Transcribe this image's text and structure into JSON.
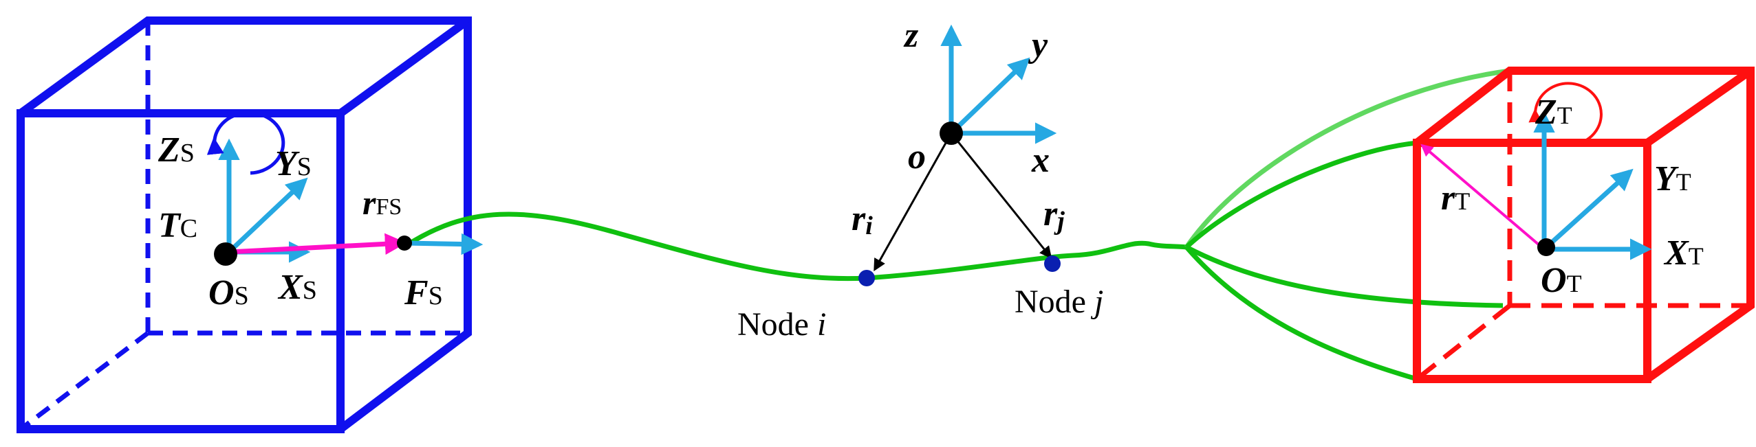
{
  "colors": {
    "source_box": "#1010ee",
    "target_box": "#ff1010",
    "tether": "#10c010",
    "tether_light": "#60d860",
    "axis": "#26a8e2",
    "offset_vector": "#ff10c8",
    "node": "#0a1fb0",
    "black": "#000000"
  },
  "source": {
    "z_label": "Z",
    "z_sub": "S",
    "y_label": "Y",
    "y_sub": "S",
    "x_label": "X",
    "x_sub": "S",
    "origin_label": "O",
    "origin_sub": "S",
    "torque_label": "T",
    "torque_sub": "C",
    "r_label": "r",
    "r_sub": "FS",
    "f_label": "F",
    "f_sub": "S"
  },
  "global": {
    "z_label": "z",
    "y_label": "y",
    "x_label": "x",
    "origin_label": "o",
    "ri_label": "r",
    "ri_sub": "i",
    "rj_label": "r",
    "rj_sub": "j"
  },
  "nodes": {
    "i_prefix": "Node ",
    "i_var": "i",
    "j_prefix": "Node ",
    "j_var": "j"
  },
  "target": {
    "z_label": "Z",
    "z_sub": "T",
    "y_label": "Y",
    "y_sub": "T",
    "x_label": "X",
    "x_sub": "T",
    "origin_label": "O",
    "origin_sub": "T",
    "r_label": "r",
    "r_sub": "T"
  }
}
